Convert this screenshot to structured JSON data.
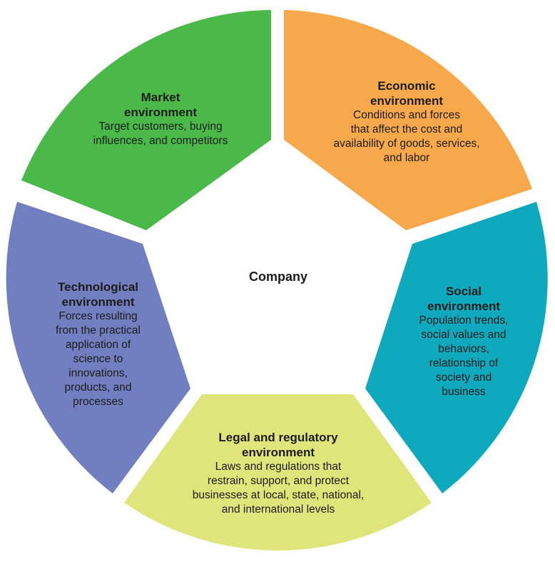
{
  "center_label": "Company",
  "segments": {
    "market": {
      "title_line1": "Market",
      "title_line2": "environment",
      "desc_lines": [
        "Target customers, buying",
        "influences, and competitors"
      ],
      "color": "#4bb94a"
    },
    "economic": {
      "title_line1": "Economic",
      "title_line2": "environment",
      "desc_lines": [
        "Conditions and forces",
        "that affect the cost and",
        "availability of goods, services,",
        "and labor"
      ],
      "color": "#f7a84a"
    },
    "social": {
      "title_line1": "Social",
      "title_line2": "environment",
      "desc_lines": [
        "Population trends,",
        "social values and",
        "behaviors,",
        "relationship of",
        "society and",
        "business"
      ],
      "color": "#0fa9be"
    },
    "legal": {
      "title_line1": "Legal and regulatory",
      "title_line2": "environment",
      "desc_lines": [
        "Laws and regulations that",
        "restrain, support, and protect",
        "businesses at local, state, national,",
        "and international levels"
      ],
      "color": "#dfe57b"
    },
    "technological": {
      "title_line1": "Technological",
      "title_line2": "environment",
      "desc_lines": [
        "Forces resulting",
        "from the practical",
        "application of",
        "science to",
        "innovations,",
        "products, and",
        "processes"
      ],
      "color": "#717fc0"
    }
  }
}
